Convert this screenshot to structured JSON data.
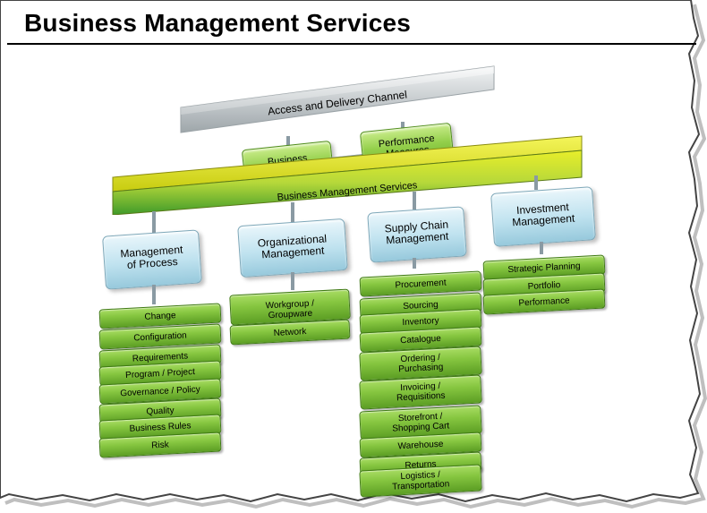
{
  "page_title": "Business Management Services",
  "top": {
    "channel": "Access and Delivery Channel",
    "business_processes": "Business Processes",
    "performance_measures": "Performance Measures",
    "bar": "Business Management Services"
  },
  "categories": [
    {
      "title": "Management of Process",
      "items": [
        "Change",
        "Configuration",
        "Requirements",
        "Program / Project",
        "Governance / Policy",
        "Quality",
        "Business Rules",
        "Risk"
      ]
    },
    {
      "title": "Organizational Management",
      "items": [
        "Workgroup / Groupware",
        "Network"
      ]
    },
    {
      "title": "Supply Chain Management",
      "items": [
        "Procurement",
        "Sourcing",
        "Inventory",
        "Catalogue",
        "Ordering / Purchasing",
        "Invoicing / Requisitions",
        "Storefront / Shopping Cart",
        "Warehouse",
        "Returns",
        "Logistics / Transportation"
      ]
    },
    {
      "title": "Investment Management",
      "items": [
        "Strategic Planning",
        "Portfolio",
        "Performance"
      ]
    }
  ],
  "colors": {
    "green": "#86c640",
    "blue": "#bfe2ef",
    "yellow": "#e5e60a",
    "gray": "#dcdcdc"
  }
}
